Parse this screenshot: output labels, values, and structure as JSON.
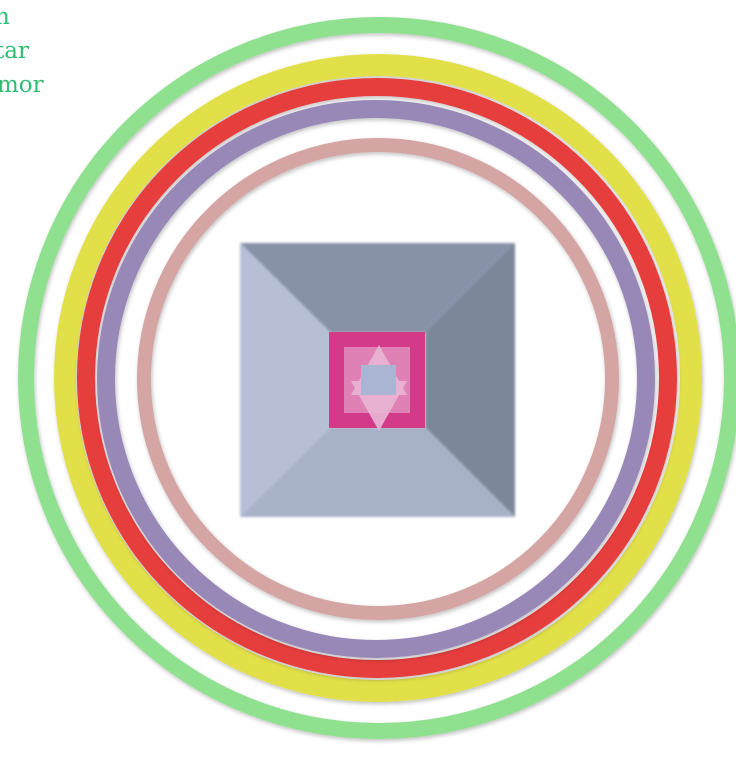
{
  "caption": {
    "lines": [
      "n",
      "tar",
      "mor"
    ],
    "color": "#2dbd72"
  },
  "rings": [
    {
      "name": "green",
      "color": "#8fe08f"
    },
    {
      "name": "yellow",
      "color": "#e2e04a"
    },
    {
      "name": "red",
      "color": "#e63d3d"
    },
    {
      "name": "lavender",
      "color": "#9888b8"
    },
    {
      "name": "pink",
      "color": "#d4a5a3"
    }
  ],
  "pyramid": {
    "colors": {
      "top": "#8792a8",
      "left": "#b7bfd6",
      "right": "#7c879a",
      "bottom": "#a7b1c8"
    }
  },
  "center": {
    "tile_color": "#d43a8a",
    "star_color": "#e9b7d6",
    "inner_square_color": "#a9b5d3"
  }
}
